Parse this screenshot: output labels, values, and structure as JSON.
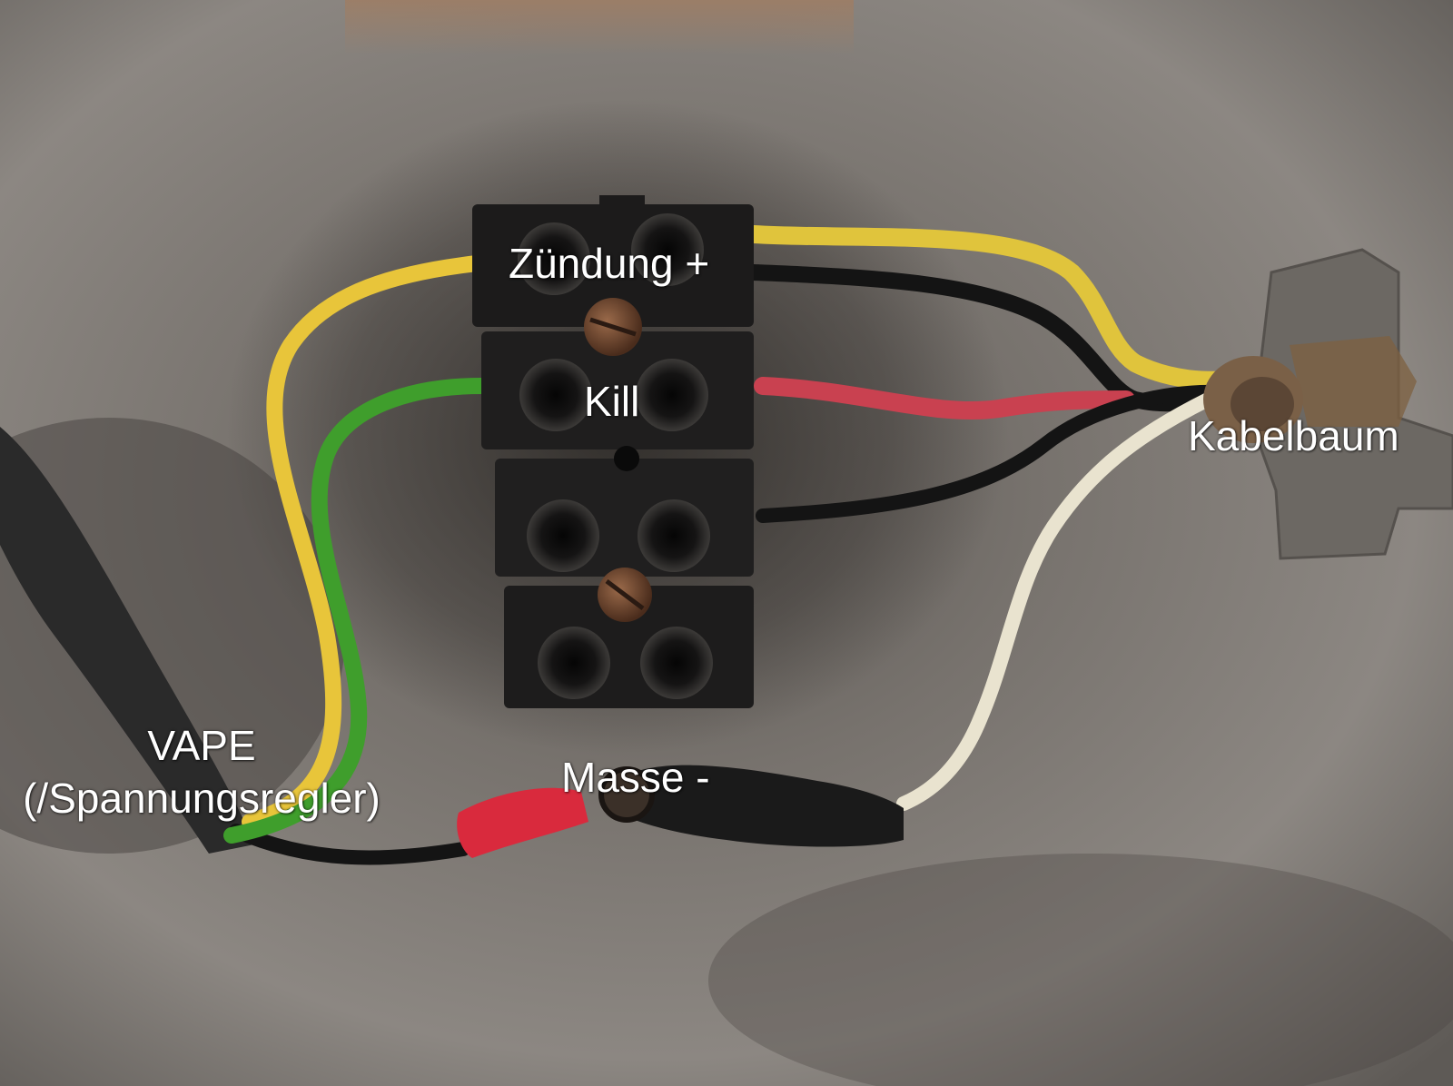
{
  "labels": {
    "zuendung": "Zündung +",
    "kill": "Kill",
    "kabelbaum": "Kabelbaum",
    "vape_line1": "VAPE",
    "vape_line2": "(/Spannungsregler)",
    "masse": "Masse -"
  },
  "colors": {
    "metal": "#7a7570",
    "terminal_block": "#1c1b1b",
    "wire_yellow": "#e8c53a",
    "wire_green": "#3f9e2c",
    "wire_red": "#c94150",
    "wire_black": "#141414",
    "wire_white": "#e9e3cf",
    "ring_terminal": "#d92a3d",
    "label_text": "#ffffff"
  }
}
